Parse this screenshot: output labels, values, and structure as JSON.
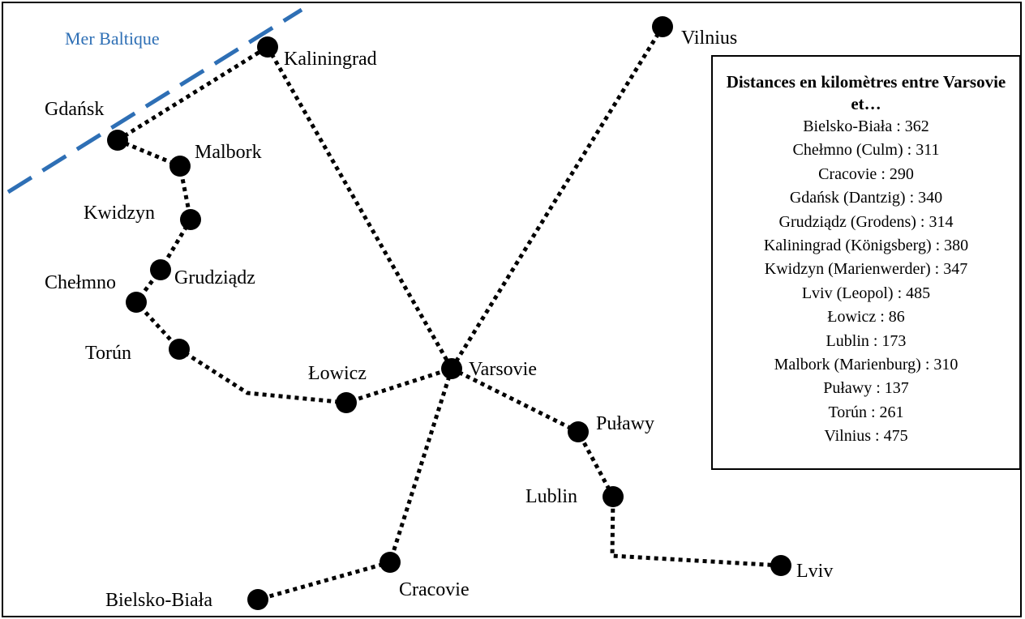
{
  "sea_label": "Mer Baltique",
  "colors": {
    "sea": "#2E6FB5",
    "routes": "#000000",
    "nodes": "#000000"
  },
  "cities": [
    {
      "key": "kaliningrad",
      "label": "Kaliningrad"
    },
    {
      "key": "vilnius",
      "label": "Vilnius"
    },
    {
      "key": "gdansk",
      "label": "Gdańsk"
    },
    {
      "key": "malbork",
      "label": "Malbork"
    },
    {
      "key": "kwidzyn",
      "label": "Kwidzyn"
    },
    {
      "key": "grudziadz",
      "label": "Grudziądz"
    },
    {
      "key": "chelmno",
      "label": "Chełmno"
    },
    {
      "key": "torun",
      "label": "Torún"
    },
    {
      "key": "lowicz",
      "label": "Łowicz"
    },
    {
      "key": "varsovie",
      "label": "Varsovie"
    },
    {
      "key": "pulawy",
      "label": "Puławy"
    },
    {
      "key": "lublin",
      "label": "Lublin"
    },
    {
      "key": "lviv",
      "label": "Lviv"
    },
    {
      "key": "cracovie",
      "label": "Cracovie"
    },
    {
      "key": "bielsko",
      "label": "Bielsko-Biała"
    }
  ],
  "legend": {
    "title": "Distances en kilomètres entre Varsovie et…",
    "entries": [
      "Bielsko-Biała : 362",
      "Chełmno (Culm) : 311",
      "Cracovie : 290",
      "Gdańsk (Dantzig) : 340",
      "Grudziądz (Grodens) : 314",
      "Kaliningrad (Königsberg) : 380",
      "Kwidzyn (Marienwerder) : 347",
      "Lviv (Leopol) : 485",
      "Łowicz : 86",
      "Lublin : 173",
      "Malbork (Marienburg) : 310",
      "Puławy : 137",
      "Torún : 261",
      "Vilnius : 475"
    ]
  }
}
